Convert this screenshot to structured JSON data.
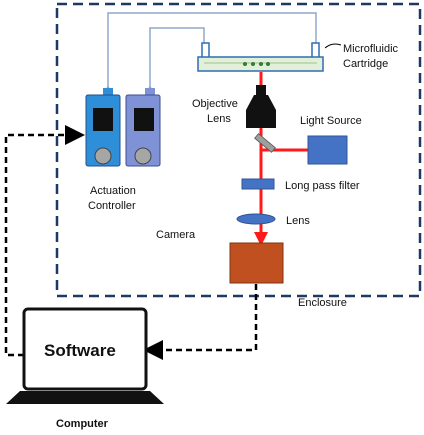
{
  "labels": {
    "cartridge_line1": "Microfluidic",
    "cartridge_line2": "Cartridge",
    "objective_line1": "Objective",
    "objective_line2": "Lens",
    "light_source": "Light Source",
    "actuation_line1": "Actuation",
    "actuation_line2": "Controller",
    "long_pass_filter": "Long pass filter",
    "lens": "Lens",
    "camera": "Camera",
    "enclosure": "Enclosure",
    "software": "Software",
    "computer": "Computer"
  },
  "colors": {
    "enclosure_border": "#1f3864",
    "tubing": "#8fa9c8",
    "cartridge_fill": "#e2f0d9",
    "cartridge_border": "#2f6db3",
    "objective": "#111111",
    "laser": "#ff1a1a",
    "light_source": "#4472c4",
    "filter": "#4472c4",
    "lens": "#4472c4",
    "camera": "#c0501f",
    "controller_left": "#2e8fd8",
    "controller_right": "#7f92d6",
    "controller_knob": "#a6a6a6",
    "data_line": "#000000"
  }
}
